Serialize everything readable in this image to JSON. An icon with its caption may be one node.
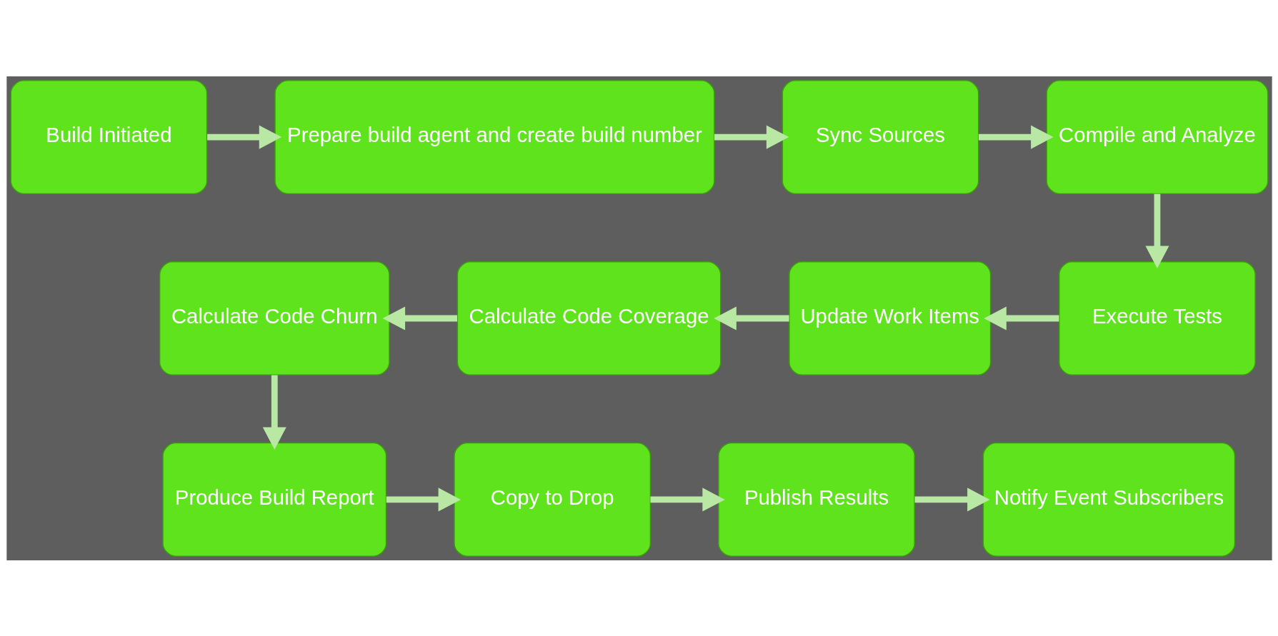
{
  "diagram": {
    "nodes": [
      {
        "text": [
          "Build Initiated"
        ]
      },
      {
        "text": [
          "Prepare build agent and create build number"
        ]
      },
      {
        "text": [
          "Sync Sources"
        ]
      },
      {
        "text": [
          "Compile and Analyze"
        ]
      },
      {
        "text": [
          "Execute Tests"
        ]
      },
      {
        "text": [
          "Update Work Items"
        ]
      },
      {
        "text": [
          "Calculate Code Coverage"
        ]
      },
      {
        "text": [
          "Calculate Code Churn"
        ]
      },
      {
        "text": [
          "Produce Build Report"
        ]
      },
      {
        "text": [
          "Copy to Drop"
        ]
      },
      {
        "text": [
          "Publish Results"
        ]
      },
      {
        "text": [
          "Notify Event Subscribers"
        ]
      }
    ],
    "edges": [
      {
        "from": 0,
        "to": 1,
        "arrow": "to"
      },
      {
        "from": 1,
        "to": 2,
        "arrow": "to"
      },
      {
        "from": 2,
        "to": 3,
        "arrow": "to"
      },
      {
        "from": 3,
        "to": 4,
        "arrow": "to"
      },
      {
        "from": 4,
        "to": 5,
        "arrow": "to"
      },
      {
        "from": 5,
        "to": 6,
        "arrow": "to"
      },
      {
        "from": 6,
        "to": 7,
        "arrow": "to"
      },
      {
        "from": 7,
        "to": 8,
        "arrow": "to"
      },
      {
        "from": 8,
        "to": 9,
        "arrow": "to"
      },
      {
        "from": 9,
        "to": 10,
        "arrow": "to"
      },
      {
        "from": 10,
        "to": 11,
        "arrow": "to"
      }
    ]
  }
}
